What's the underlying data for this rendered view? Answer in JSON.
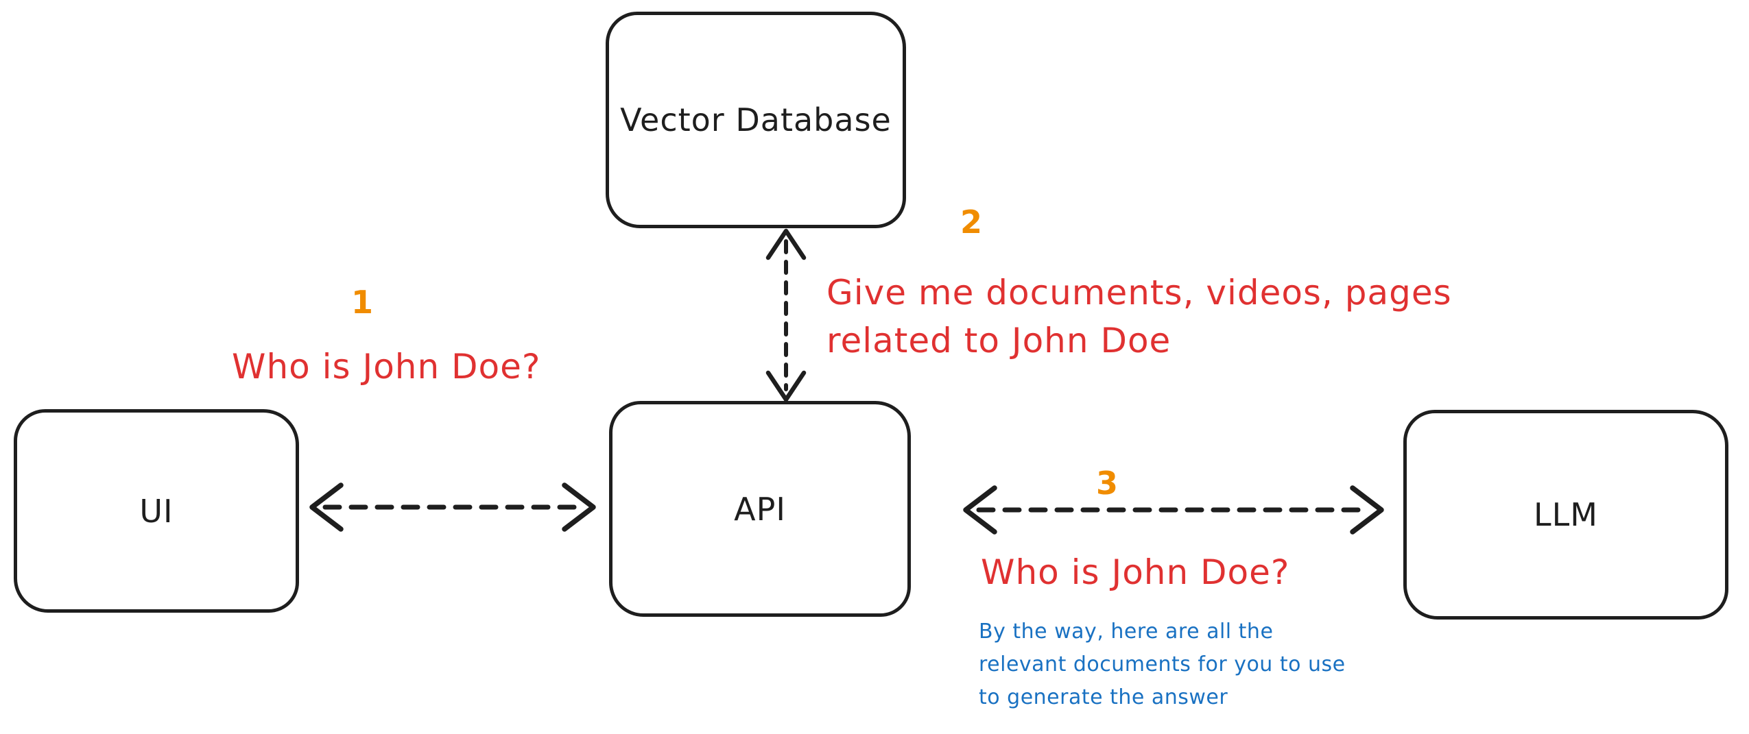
{
  "diagram": {
    "nodes": {
      "vector_db": {
        "label": "Vector Database"
      },
      "ui": {
        "label": "UI"
      },
      "api": {
        "label": "API"
      },
      "llm": {
        "label": "LLM"
      }
    },
    "edges": [
      {
        "from": "ui",
        "to": "api",
        "style": "dashed",
        "bidirectional": true
      },
      {
        "from": "api",
        "to": "vector_db",
        "style": "dashed",
        "bidirectional": true
      },
      {
        "from": "api",
        "to": "llm",
        "style": "dashed",
        "bidirectional": true
      }
    ],
    "annotations": {
      "step1": {
        "number": "1",
        "text": "Who is John Doe?"
      },
      "step2": {
        "number": "2",
        "lines": [
          "Give me documents, videos, pages",
          "related to John Doe"
        ]
      },
      "step3": {
        "number": "3",
        "text": "Who is John Doe?",
        "note_lines": [
          "By the way, here are all the",
          "relevant documents for you to use",
          "to generate the answer"
        ]
      }
    },
    "colors": {
      "stroke": "#1e1e1e",
      "step_number": "#f08c00",
      "query_text": "#e03131",
      "note_text": "#1971c2",
      "background": "#ffffff"
    }
  }
}
